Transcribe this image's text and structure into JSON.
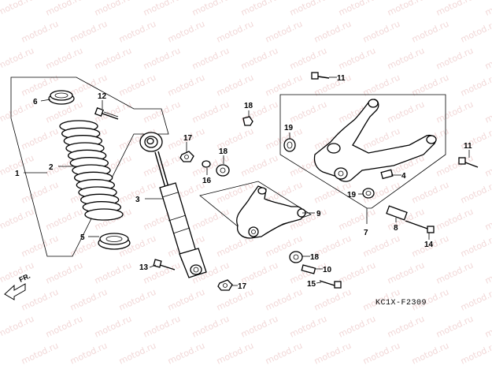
{
  "diagram": {
    "code": "KC1X-F2309",
    "direction_label": "FR.",
    "watermark": "motod.ru",
    "callouts": [
      "1",
      "2",
      "3",
      "4",
      "5",
      "6",
      "7",
      "8",
      "9",
      "10",
      "11",
      "11",
      "12",
      "13",
      "14",
      "15",
      "16",
      "17",
      "17",
      "18",
      "18",
      "18",
      "19",
      "19"
    ]
  },
  "colors": {
    "line": "#000000",
    "watermark": "#e7b7b7"
  }
}
